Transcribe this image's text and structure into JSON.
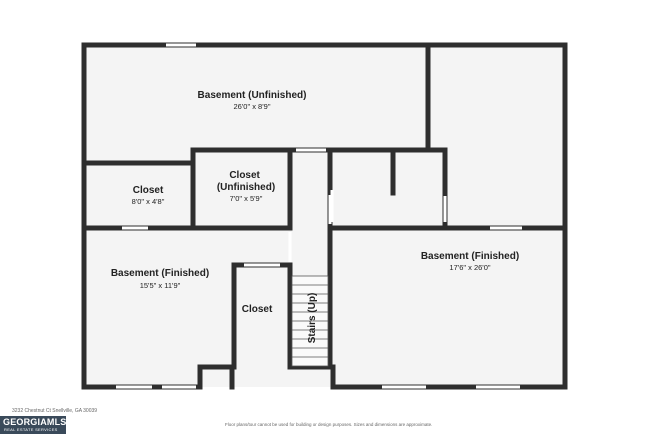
{
  "rooms": [
    {
      "name": "Basement (Unfinished)",
      "dims": "26'0\" x 8'9\""
    },
    {
      "name": "Closet",
      "dims": "8'0\" x 4'8\""
    },
    {
      "name": "Closet\n(Unfinished)",
      "dims": "7'0\" x 5'9\""
    },
    {
      "name": "Basement (Finished)",
      "dims": "15'5\" x 11'9\""
    },
    {
      "name": "Closet",
      "dims": ""
    },
    {
      "name": "Basement (Finished)",
      "dims": "17'6\" x 26'0\""
    },
    {
      "name": "Stairs (Up)",
      "dims": ""
    }
  ],
  "footer": {
    "address": "3232 Chestnut Ct Snellville, GA 30039",
    "disclaimer": "Floor plans/tour cannot be used for building or design purposes. Sizes and dimensions are approximate."
  },
  "logo": {
    "line1": "GEORGIAMLS",
    "line2": "REAL ESTATE SERVICES"
  },
  "colors": {
    "wall": "#2e2e2e",
    "floor": "#f4f4f4",
    "window": "#ffffff"
  }
}
